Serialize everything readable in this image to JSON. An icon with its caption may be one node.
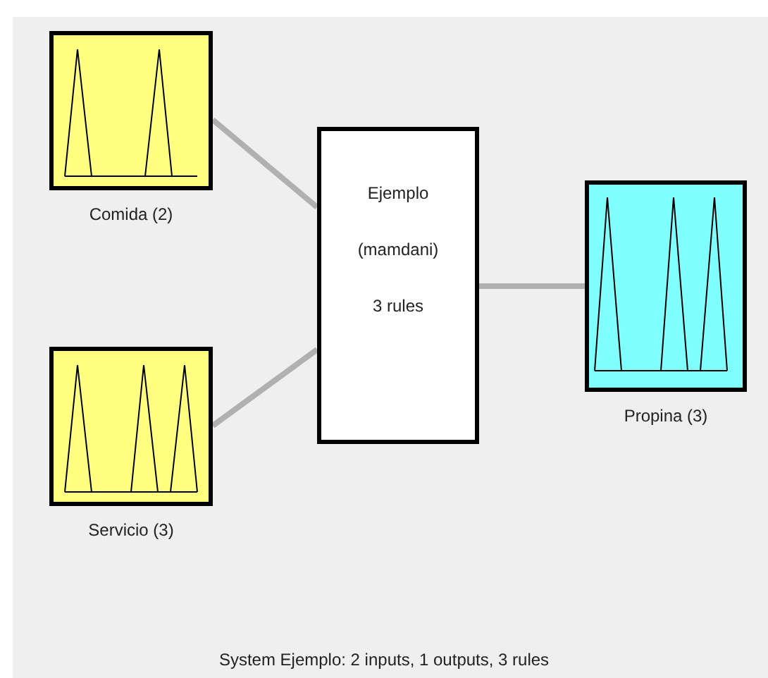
{
  "diagram": {
    "caption": "System Ejemplo: 2 inputs, 1 outputs, 3 rules",
    "nodes": [
      {
        "text": [
          "Comida (2)"
        ]
      },
      {
        "text": [
          "Servicio (3)"
        ]
      },
      {
        "text": [
          "Ejemplo",
          "(mamdani)",
          "3 rules"
        ]
      },
      {
        "text": [
          "Propina (3)"
        ]
      }
    ],
    "edges": [
      {
        "from": 0,
        "to": 2,
        "arrow": "none"
      },
      {
        "from": 1,
        "to": 2,
        "arrow": "none"
      },
      {
        "from": 2,
        "to": 3,
        "arrow": "none"
      }
    ]
  }
}
